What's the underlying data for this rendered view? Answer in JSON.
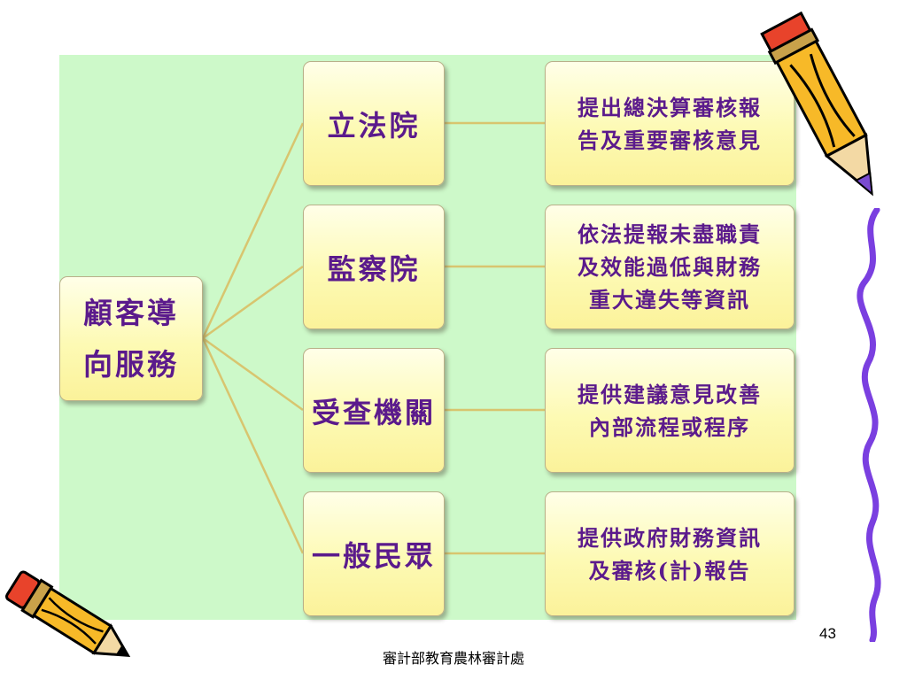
{
  "slide": {
    "panel_color": "#cdf9c9",
    "connector_color": "#d8c56f",
    "text_color": "#5b1a8c",
    "page_number": "43",
    "footer": "審計部教育農林審計處"
  },
  "diagram": {
    "root": {
      "label": "顧客導\n向服務"
    },
    "branches": [
      {
        "label": "立法院",
        "detail": "提出總決算審核報\n告及重要審核意見"
      },
      {
        "label": "監察院",
        "detail": "依法提報未盡職責\n及效能過低與財務\n重大違失等資訊"
      },
      {
        "label": "受查機關",
        "detail": "提供建議意見改善\n內部流程或程序"
      },
      {
        "label": "一般民眾",
        "detail": "提供政府財務資訊\n及審核(計)報告"
      }
    ]
  },
  "decorations": {
    "pencil_top_right": "pencil-icon",
    "pencil_bottom_left": "pencil-icon",
    "scribble_right": "scribble-line"
  }
}
